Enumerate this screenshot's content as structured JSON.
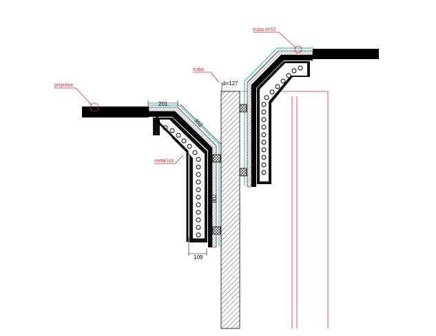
{
  "labels": {
    "projektor": "projektor",
    "metal_list": "metal list",
    "truba": "truba",
    "truba_d57": "truba d=57",
    "d127": "d=127"
  },
  "dimensions": {
    "d201": "201",
    "d352": "352",
    "d708": "708",
    "d109": "109"
  },
  "colors": {
    "annotation": "#e8212a",
    "outline": "#000000",
    "cyan": "#2ec4d6",
    "hatch": "#555555"
  }
}
